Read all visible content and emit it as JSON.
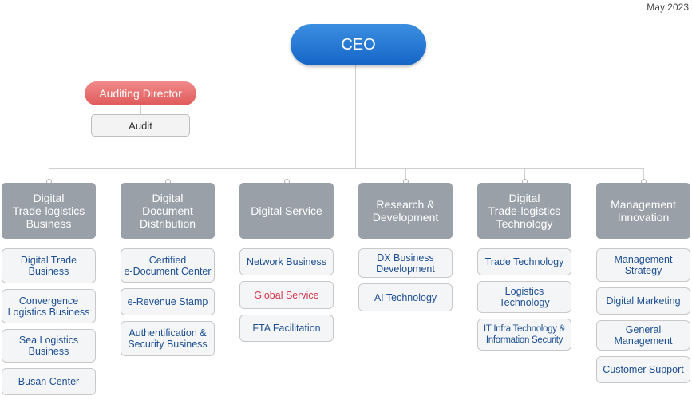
{
  "date": "May 2023",
  "ceo": "CEO",
  "auditing_director": "Auditing Director",
  "audit": "Audit",
  "divisions": [
    {
      "name": "Digital\nTrade-logistics\nBusiness",
      "units": [
        "Digital Trade\nBusiness",
        "Convergence\nLogistics Business",
        "Sea Logistics\nBusiness",
        "Busan Center"
      ]
    },
    {
      "name": "Digital\nDocument\nDistribution",
      "units": [
        "Certified\ne-Document Center",
        "e-Revenue Stamp",
        "Authentification &\nSecurity Business"
      ]
    },
    {
      "name": "Digital Service",
      "units": [
        "Network Business",
        "Global Service",
        "FTA Facilitation"
      ]
    },
    {
      "name": "Research &\nDevelopment",
      "units": [
        "DX Business\nDevelopment",
        "AI Technology"
      ]
    },
    {
      "name": "Digital\nTrade-logistics\nTechnology",
      "units": [
        "Trade Technology",
        "Logistics\nTechnology",
        "IT Infra Technology &\nInformation Security"
      ]
    },
    {
      "name": "Management\nInnovation",
      "units": [
        "Management\nStrategy",
        "Digital Marketing",
        "General\nManagement",
        "Customer Support"
      ]
    }
  ]
}
